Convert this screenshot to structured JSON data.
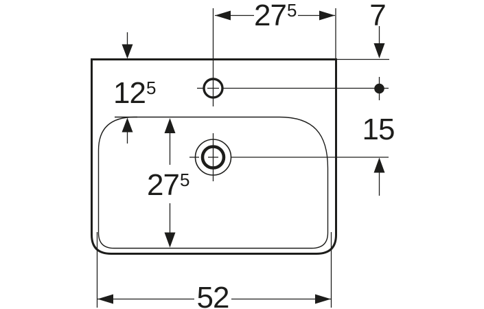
{
  "drawing": {
    "title": "Washbasin technical dimension drawing (top view)",
    "units": "cm (superscript = decimal, e.g. 27⁵ = 27.5)",
    "line_color": "#1d1d1b",
    "background_color": "#ffffff",
    "features": {
      "outer_outline": "washbasin outer rim",
      "inner_basin": "inner basin rim",
      "tap_hole": "tap hole with center crosshair",
      "drain_hole": "drain hole with center crosshair"
    },
    "dimensions": {
      "tap_axis_to_right_edge": {
        "main": "27",
        "sup": "5",
        "value": 27.5
      },
      "top_edge_to_tap_axis": {
        "main": "7",
        "sup": "",
        "value": 7
      },
      "top_edge_to_basin_rim": {
        "main": "12",
        "sup": "5",
        "value": 12.5
      },
      "tap_axis_to_drain_axis": {
        "main": "15",
        "sup": "",
        "value": 15
      },
      "basin_inner_depth": {
        "main": "27",
        "sup": "5",
        "value": 27.5
      },
      "overall_width": {
        "main": "52",
        "sup": "",
        "value": 52
      }
    }
  }
}
